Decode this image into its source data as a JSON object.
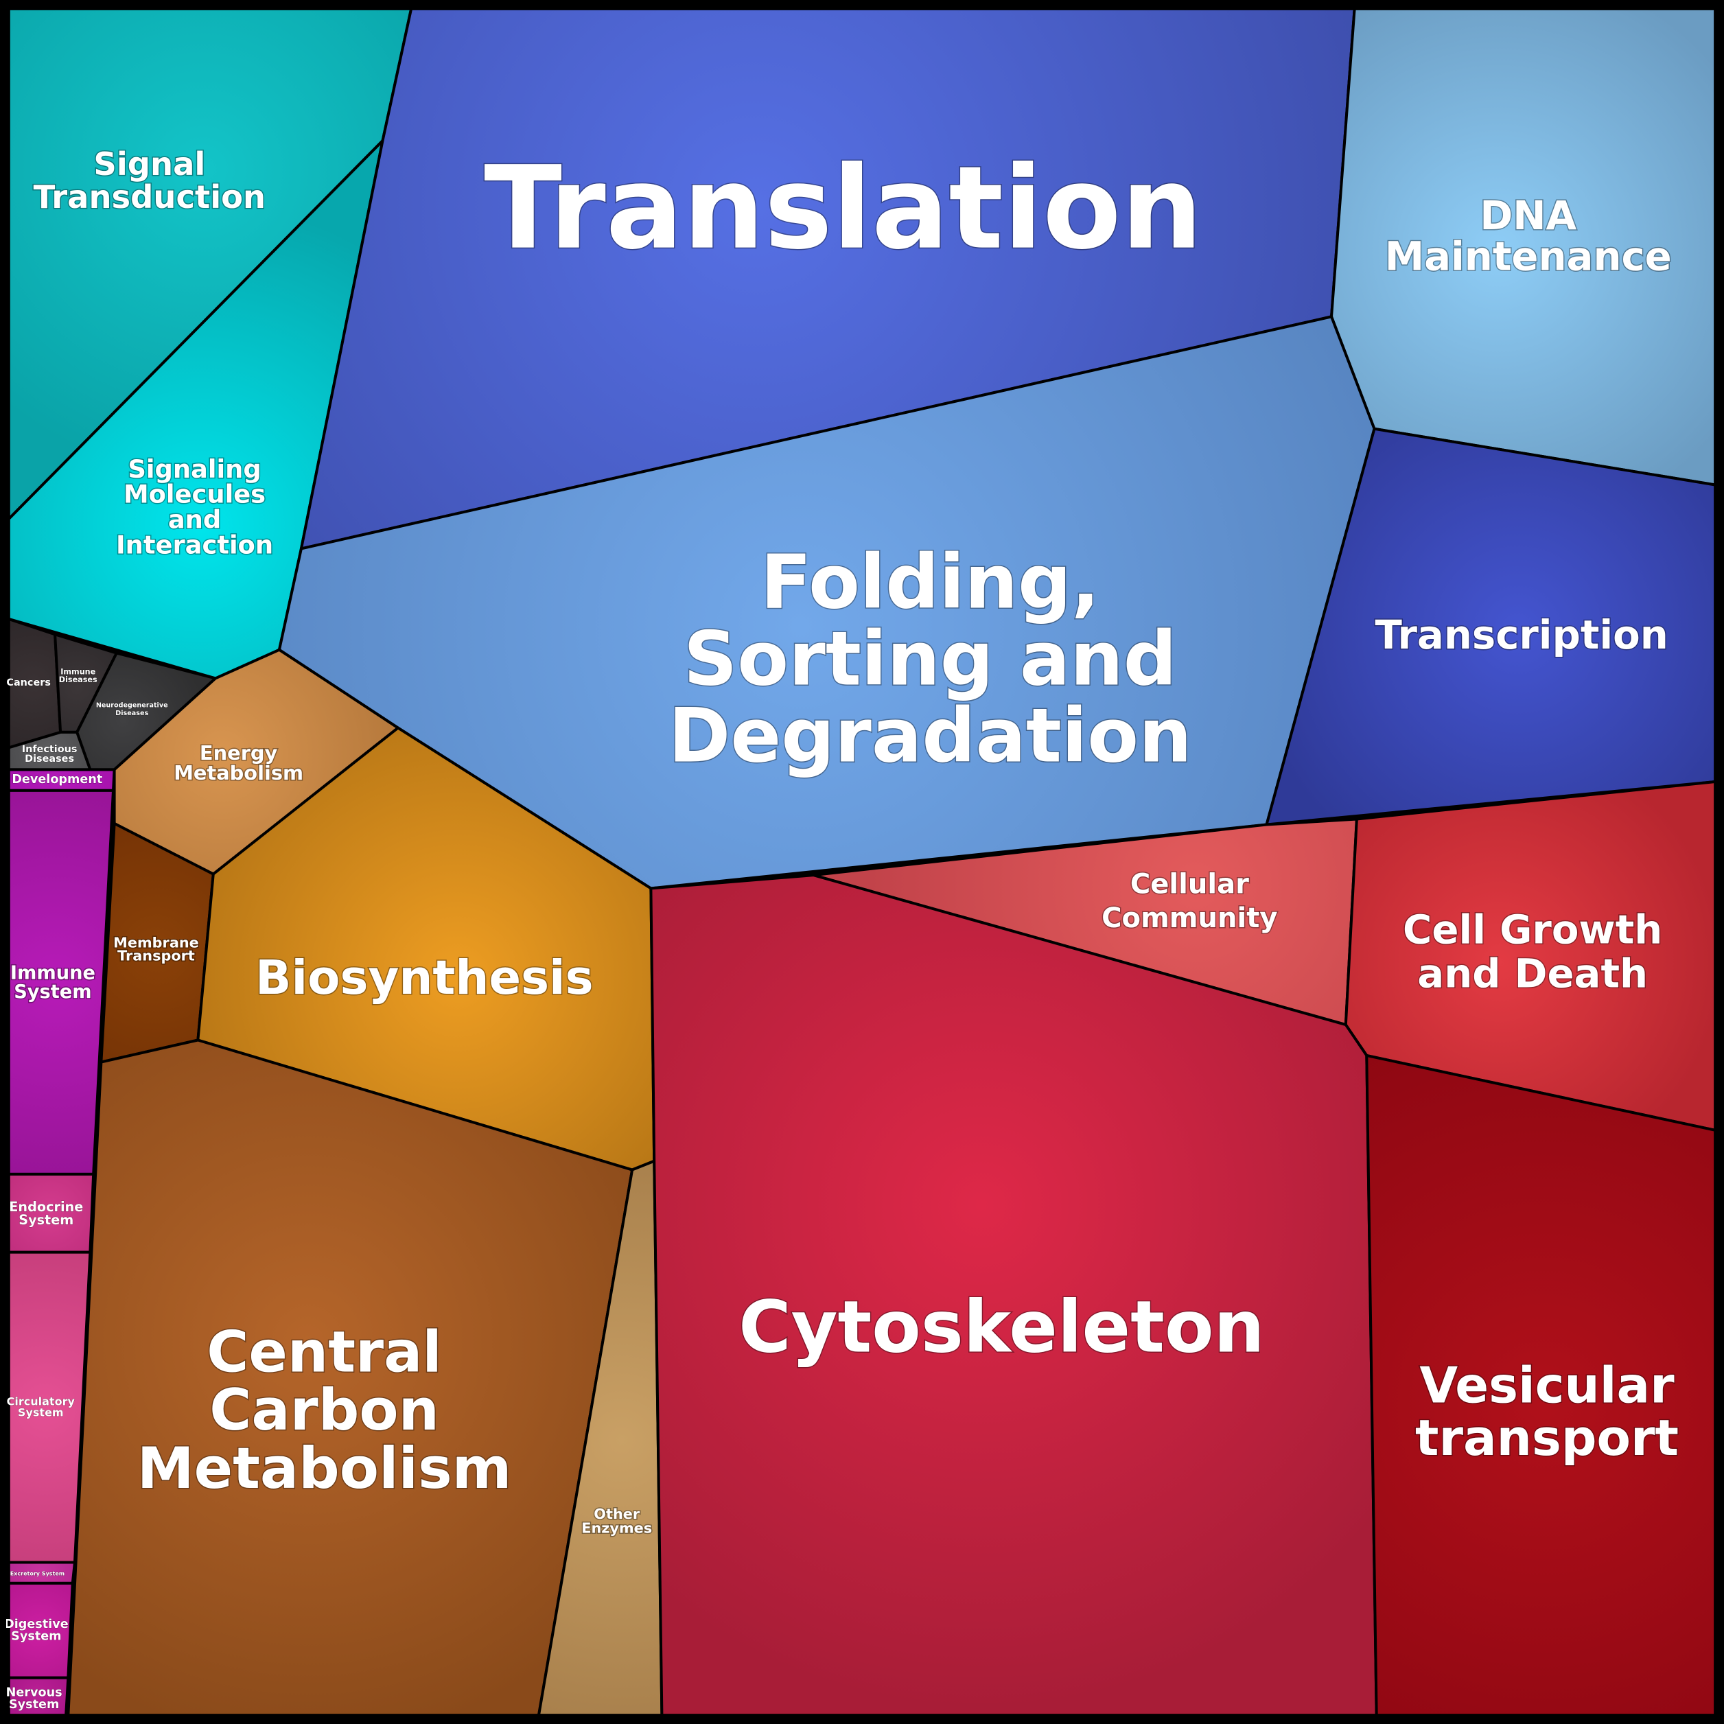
{
  "title": "",
  "cells": [
    {
      "id": "signal-transduction",
      "label_lines": [
        "Signal",
        "Transduction"
      ],
      "color": "#0aa3a8",
      "highlight": "#13c4c8"
    },
    {
      "id": "signaling-molecules",
      "label_lines": [
        "Signaling",
        "Molecules",
        "and",
        "Interaction"
      ],
      "color": "#07a7ad",
      "highlight": "#00e5ec"
    },
    {
      "id": "translation",
      "label_lines": [
        "Translation"
      ],
      "color": "#3e4fae",
      "highlight": "#5670e4"
    },
    {
      "id": "dna-maintenance",
      "label_lines": [
        "DNA",
        "Maintenance"
      ],
      "color": "#6b9cc2",
      "highlight": "#8ecdf6"
    },
    {
      "id": "folding-sorting",
      "label_lines": [
        "Folding,",
        "Sorting and",
        "Degradation"
      ],
      "color": "#5683bf",
      "highlight": "#72a8ea"
    },
    {
      "id": "transcription",
      "label_lines": [
        "Transcription"
      ],
      "color": "#2f3a98",
      "highlight": "#4455d0"
    },
    {
      "id": "cancers",
      "label_lines": [
        "Cancers"
      ],
      "color": "#2c2628",
      "highlight": "#3a3234"
    },
    {
      "id": "immune-diseases",
      "label_lines": [
        "Immune",
        "Diseases"
      ],
      "color": "#2e2a2c",
      "highlight": "#3c3638"
    },
    {
      "id": "neurodegenerative-diseases",
      "label_lines": [
        "Neurodegenerative",
        "Diseases"
      ],
      "color": "#2f2f30",
      "highlight": "#404042"
    },
    {
      "id": "infectious-diseases",
      "label_lines": [
        "Infectious",
        "Diseases"
      ],
      "color": "#4a4a4c",
      "highlight": "#5c5c5e"
    },
    {
      "id": "energy-metabolism",
      "label_lines": [
        "Energy",
        "Metabolism"
      ],
      "color": "#b77a3d",
      "highlight": "#d89550"
    },
    {
      "id": "membrane-transport",
      "label_lines": [
        "Membrane",
        "Transport"
      ],
      "color": "#743205",
      "highlight": "#8a4108"
    },
    {
      "id": "biosynthesis",
      "label_lines": [
        "Biosynthesis"
      ],
      "color": "#b87716",
      "highlight": "#ed9d22"
    },
    {
      "id": "central-carbon",
      "label_lines": [
        "Central",
        "Carbon",
        "Metabolism"
      ],
      "color": "#8a4a1a",
      "highlight": "#b5652a"
    },
    {
      "id": "other-enzymes",
      "label_lines": [
        "Other",
        "Enzymes"
      ],
      "color": "#a37b48",
      "highlight": "#c9a065"
    },
    {
      "id": "development",
      "label_lines": [
        "Development"
      ],
      "color": "#a412ab",
      "highlight": "#b21ab8"
    },
    {
      "id": "immune-system",
      "label_lines": [
        "Immune",
        "System"
      ],
      "color": "#931392",
      "highlight": "#b71bb8"
    },
    {
      "id": "endocrine-system",
      "label_lines": [
        "Endocrine",
        "System"
      ],
      "color": "#c2307f",
      "highlight": "#d43c8e"
    },
    {
      "id": "circulatory-system",
      "label_lines": [
        "Circulatory",
        "System"
      ],
      "color": "#c23c78",
      "highlight": "#e55094"
    },
    {
      "id": "excretory-system",
      "label_lines": [
        "Excretory System"
      ],
      "color": "#b52891",
      "highlight": "#c8349f"
    },
    {
      "id": "digestive-system",
      "label_lines": [
        "Digestive",
        "System"
      ],
      "color": "#b5178f",
      "highlight": "#cc1fa2"
    },
    {
      "id": "nervous-system",
      "label_lines": [
        "Nervous",
        "System"
      ],
      "color": "#a81687",
      "highlight": "#bb2096"
    },
    {
      "id": "cellular-community",
      "label_lines": [
        "Cellular",
        "Community"
      ],
      "color": "#c2434a",
      "highlight": "#e35b5c"
    },
    {
      "id": "cell-growth-death",
      "label_lines": [
        "Cell Growth",
        "and Death"
      ],
      "color": "#b8262f",
      "highlight": "#e33b43"
    },
    {
      "id": "cytoskeleton",
      "label_lines": [
        "Cytoskeleton"
      ],
      "color": "#a81d37",
      "highlight": "#de2848"
    },
    {
      "id": "vesicular-transport",
      "label_lines": [
        "Vesicular",
        "transport"
      ],
      "color": "#8e0712",
      "highlight": "#b0101a"
    }
  ]
}
